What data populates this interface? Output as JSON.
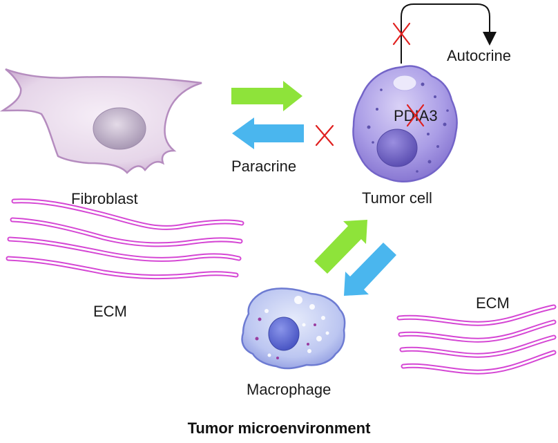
{
  "labels": {
    "autocrine": "Autocrine",
    "gene": "PDIA3",
    "paracrine": "Paracrine",
    "fibroblast": "Fibroblast",
    "tumor_cell": "Tumor cell",
    "ecm_left": "ECM",
    "ecm_right": "ECM",
    "macrophage": "Macrophage",
    "title": "Tumor microenvironment"
  },
  "colors": {
    "green_arrow": "#8ee33a",
    "blue_arrow": "#4ab6ee",
    "fiber": "#d546d4",
    "inhibit_mark": "#e0201f",
    "fibroblast_body": "#e3d3e6",
    "tumor_body": "#a99be4",
    "macrophage_body": "#b7c3ef"
  },
  "icons": {
    "inhibited_autocrine": "red-x-icon",
    "inhibited_paracrine": "red-x-icon",
    "inhibited_gene": "red-x-icon"
  }
}
